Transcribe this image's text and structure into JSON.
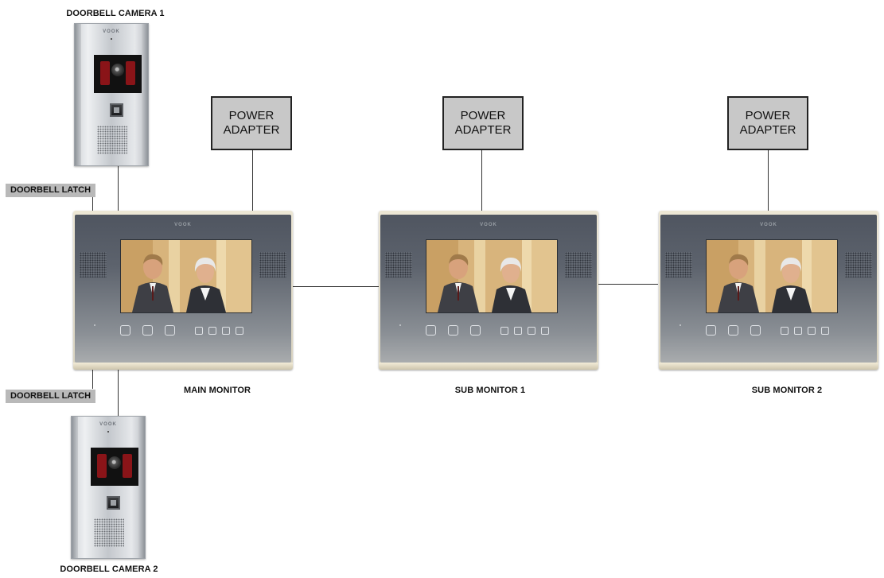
{
  "diagram": {
    "power_adapters": [
      {
        "label_line1": "POWER",
        "label_line2": "ADAPTER"
      },
      {
        "label_line1": "POWER",
        "label_line2": "ADAPTER"
      },
      {
        "label_line1": "POWER",
        "label_line2": "ADAPTER"
      }
    ],
    "monitors": [
      {
        "label": "MAIN MONITOR",
        "brand": "VOOK"
      },
      {
        "label": "SUB MONITOR 1",
        "brand": "VOOK"
      },
      {
        "label": "SUB MONITOR 2",
        "brand": "VOOK"
      }
    ],
    "cameras": [
      {
        "label": "DOORBELL CAMERA 1",
        "brand": "VOOK"
      },
      {
        "label": "DOORBELL CAMERA 2",
        "brand": "VOOK"
      }
    ],
    "latches": [
      {
        "label": "DOORBELL LATCH"
      },
      {
        "label": "DOORBELL LATCH"
      }
    ]
  }
}
